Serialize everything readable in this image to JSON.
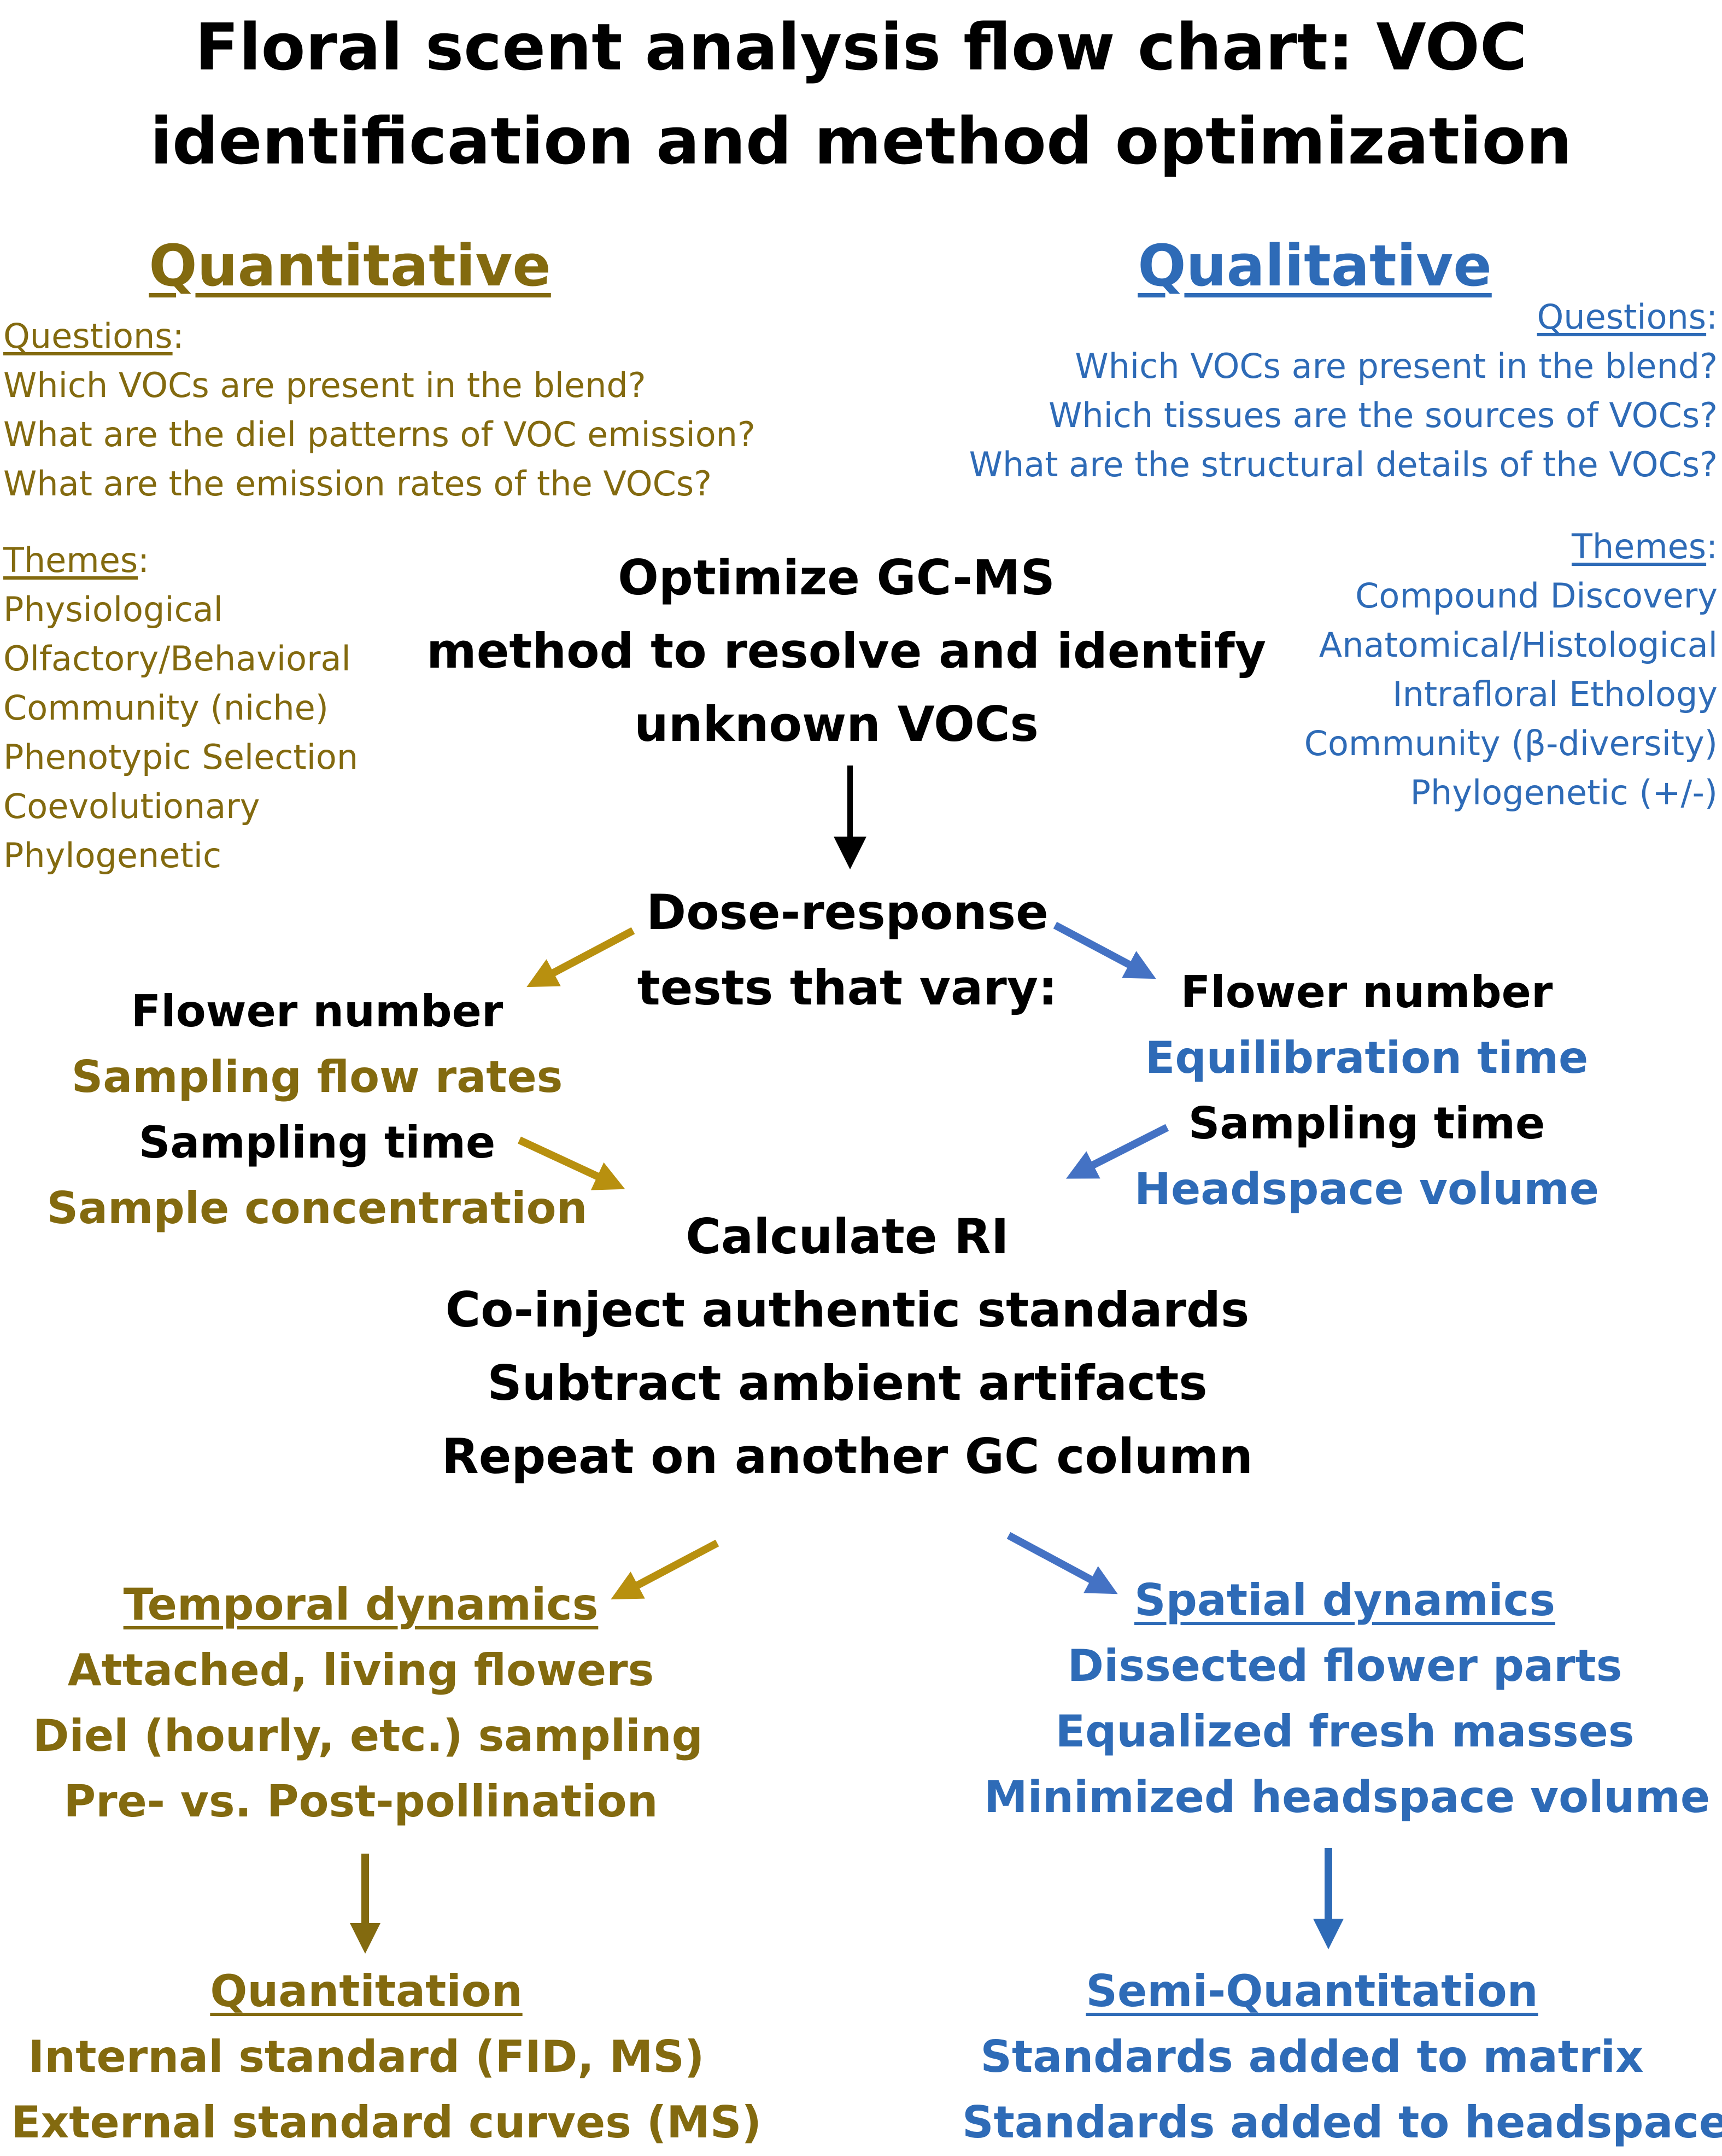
{
  "title": {
    "line1": "Floral scent analysis flow chart: VOC",
    "line2": "identification and method optimization"
  },
  "quantitative": {
    "heading": "Quantitative",
    "questions_label": "Questions",
    "questions": [
      "Which VOCs are present in the blend?",
      "What are the diel patterns of VOC emission?",
      "What are the emission rates of the VOCs?"
    ],
    "themes_label": "Themes",
    "themes": [
      "Physiological",
      "Olfactory/Behavioral",
      "Community (niche)",
      "Phenotypic Selection",
      "Coevolutionary",
      "Phylogenetic"
    ]
  },
  "qualitative": {
    "heading": "Qualitative",
    "questions_label": "Questions",
    "questions": [
      "Which VOCs are present in the blend?",
      "Which tissues are the sources of VOCs?",
      "What are the structural details of the VOCs?"
    ],
    "themes_label": "Themes",
    "themes": [
      "Compound Discovery",
      "Anatomical/Histological",
      "Intrafloral Ethology",
      "Community (β-diversity)",
      "Phylogenetic (+/-)"
    ]
  },
  "optimize": [
    "Optimize GC-MS",
    "method to resolve and identify",
    "unknown VOCs"
  ],
  "dose_response": [
    "Dose-response",
    "tests that vary:"
  ],
  "left_vary": [
    "Flower number",
    "Sampling flow rates",
    "Sampling time",
    "Sample concentration"
  ],
  "right_vary": [
    "Flower number",
    "Equilibration time",
    "Sampling time",
    "Headspace volume"
  ],
  "identify_steps": [
    "Calculate RI",
    "Co-inject authentic standards",
    "Subtract ambient artifacts",
    "Repeat on another GC column"
  ],
  "temporal": {
    "heading": "Temporal dynamics",
    "items": [
      "Attached, living flowers",
      "Diel (hourly, etc.) sampling",
      "Pre- vs. Post-pollination"
    ]
  },
  "spatial": {
    "heading": "Spatial dynamics",
    "items": [
      "Dissected flower parts",
      "Equalized fresh masses",
      "Minimized headspace volume"
    ]
  },
  "quantitation": {
    "heading": "Quantitation",
    "items": [
      "Internal standard (FID, MS)",
      "External standard curves (MS)"
    ]
  },
  "semi_quantitation": {
    "heading": "Semi-Quantitation",
    "items": [
      "Standards added to matrix",
      "Standards added to headspace"
    ]
  },
  "colors": {
    "quantitative": "#836A0F",
    "qualitative": "#2E6BB7",
    "neutral": "#000000",
    "arrow_gold": "#B8900F",
    "arrow_blue": "#4472C4"
  }
}
